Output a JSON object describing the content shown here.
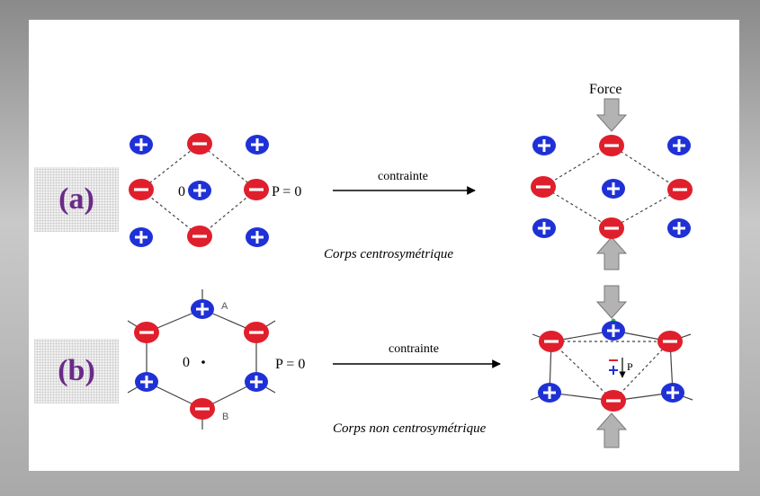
{
  "colors": {
    "positive": "#1f31d6",
    "negative": "#e01f2c",
    "arrow_gray": "#b3b3b3",
    "label_purple": "#6b2a8a"
  },
  "labels": {
    "a": "(a)",
    "b": "(b)",
    "force": "Force",
    "origin_a": "0",
    "origin_b": "0",
    "p_zero_a": "P = 0",
    "p_zero_b": "P = 0",
    "contrainte_a": "contrainte",
    "contrainte_b": "contrainte",
    "centro": "Corps centrosymétrique",
    "non_centro": "Corps non centrosymétrique",
    "atom_a": "A",
    "atom_b": "B",
    "polarization": "P"
  },
  "icons": {
    "positive_ion": "plus-sign",
    "negative_ion": "minus-sign"
  }
}
